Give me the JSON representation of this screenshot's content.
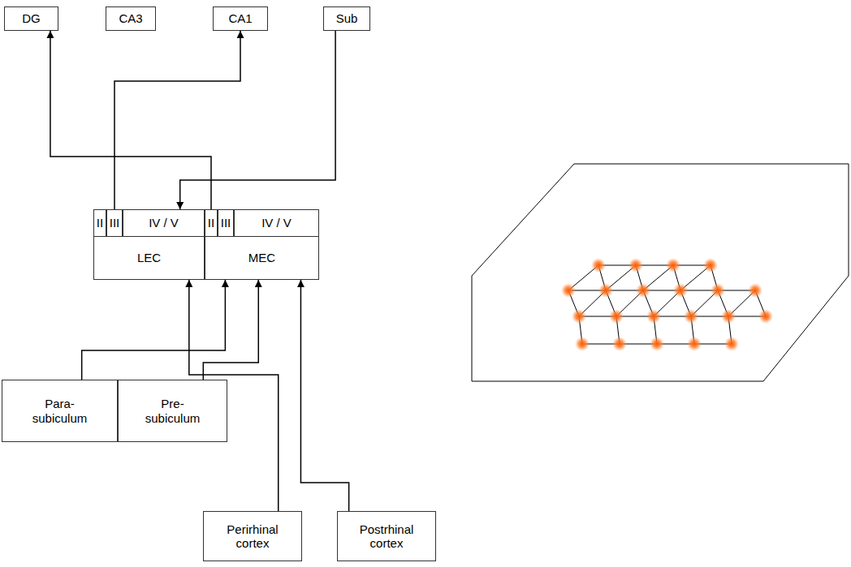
{
  "diagram": {
    "nodes": [
      {
        "text": [
          "DG"
        ]
      },
      {
        "text": [
          "CA3"
        ]
      },
      {
        "text": [
          "CA1"
        ]
      },
      {
        "text": [
          "Sub"
        ]
      },
      {
        "text": [
          "LEC"
        ]
      },
      {
        "text": [
          "II"
        ],
        "in": 4
      },
      {
        "text": [
          "III"
        ],
        "in": 4
      },
      {
        "text": [
          "IV / V"
        ],
        "in": 4
      },
      {
        "text": [
          "MEC"
        ]
      },
      {
        "text": [
          "II"
        ],
        "in": 8
      },
      {
        "text": [
          "III"
        ],
        "in": 8
      },
      {
        "text": [
          "IV / V"
        ],
        "in": 8
      },
      {
        "text": [
          "Para- subiculum"
        ]
      },
      {
        "text": [
          "Pre- subiculum"
        ]
      },
      {
        "text": [
          "Perirhinal cortex"
        ]
      },
      {
        "text": [
          "Postrhinal cortex"
        ]
      }
    ],
    "edges": [
      {
        "from": 6,
        "to": 2,
        "arrow": "to"
      },
      {
        "from": 9,
        "to": 0,
        "arrow": "to"
      },
      {
        "from": 3,
        "to": 7,
        "arrow": "to"
      },
      {
        "from": 12,
        "to": 8,
        "arrow": "to"
      },
      {
        "from": 13,
        "to": 8,
        "arrow": "to"
      },
      {
        "from": 14,
        "to": 4,
        "arrow": "to"
      },
      {
        "from": 15,
        "to": 8,
        "arrow": "to"
      }
    ]
  }
}
